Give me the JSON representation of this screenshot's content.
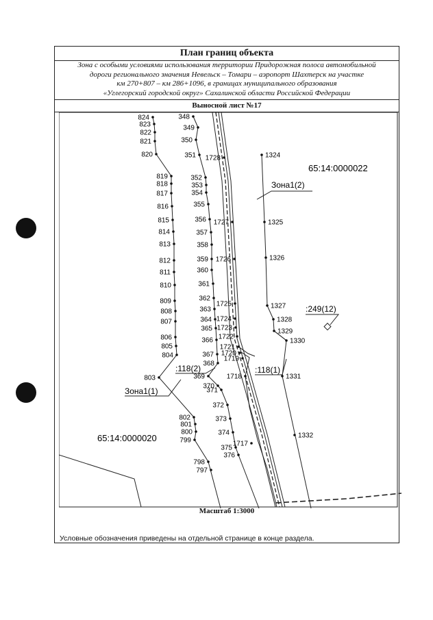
{
  "header": {
    "title": "План границ объекта",
    "subtitle_lines": [
      "Зона с особыми условиями использования территории Придорожная полоса автомобильной",
      "дороги регионального значения Невельск – Томари – аэропорт Шахтерск на участке",
      "км 270+807 – км 286+1096, в границах муниципального образования",
      "«Углегорский городской округ» Сахалинской области Российской Федерации"
    ],
    "sheet": "Выносной лист №17"
  },
  "map": {
    "left_points": [
      {
        "label": "824"
      },
      {
        "label": "823"
      },
      {
        "label": "822"
      },
      {
        "label": "821"
      },
      {
        "label": "820"
      },
      {
        "label": "819"
      },
      {
        "label": "818"
      },
      {
        "label": "817"
      },
      {
        "label": "816"
      },
      {
        "label": "815"
      },
      {
        "label": "814"
      },
      {
        "label": "813"
      },
      {
        "label": "812"
      },
      {
        "label": "811"
      },
      {
        "label": "810"
      },
      {
        "label": "809"
      },
      {
        "label": "808"
      },
      {
        "label": "807"
      },
      {
        "label": "806"
      },
      {
        "label": "805"
      },
      {
        "label": "804"
      },
      {
        "label": "803"
      },
      {
        "label": "802"
      },
      {
        "label": "801"
      },
      {
        "label": "800"
      },
      {
        "label": "799"
      },
      {
        "label": "798"
      },
      {
        "label": "797"
      }
    ],
    "inner_points": [
      {
        "label": "348"
      },
      {
        "label": "349"
      },
      {
        "label": "350"
      },
      {
        "label": "351"
      },
      {
        "label": "352"
      },
      {
        "label": "353"
      },
      {
        "label": "354"
      },
      {
        "label": "355"
      },
      {
        "label": "356"
      },
      {
        "label": "357"
      },
      {
        "label": "358"
      },
      {
        "label": "359"
      },
      {
        "label": "360"
      },
      {
        "label": "361"
      },
      {
        "label": "362"
      },
      {
        "label": "363"
      },
      {
        "label": "364"
      },
      {
        "label": "365"
      },
      {
        "label": "366"
      },
      {
        "label": "367"
      },
      {
        "label": "368"
      },
      {
        "label": "369"
      },
      {
        "label": "370"
      },
      {
        "label": "371"
      },
      {
        "label": "372"
      },
      {
        "label": "373"
      },
      {
        "label": "374"
      },
      {
        "label": "375"
      },
      {
        "label": "376"
      }
    ],
    "road_points": [
      {
        "label": "1728"
      },
      {
        "label": "1727"
      },
      {
        "label": "1726"
      },
      {
        "label": "1725"
      },
      {
        "label": "1724"
      },
      {
        "label": "1723"
      },
      {
        "label": "1722"
      },
      {
        "label": "1721"
      },
      {
        "label": "1720"
      },
      {
        "label": "1719"
      },
      {
        "label": "1718"
      },
      {
        "label": "1717"
      }
    ],
    "right_points": [
      {
        "label": "1324"
      },
      {
        "label": "1325"
      },
      {
        "label": "1326"
      },
      {
        "label": "1327"
      },
      {
        "label": "1328"
      },
      {
        "label": "1329"
      },
      {
        "label": "1330"
      },
      {
        "label": "1331"
      },
      {
        "label": "1332"
      }
    ],
    "labels": {
      "parcel_right": "65:14:0000022",
      "parcel_left": "65:14:0000020",
      "zone_right": "Зона1(2)",
      "zone_left": "Зона1(1)",
      "p118_2": ":118(2)",
      "p118_1": ":118(1)",
      "p249": ":249(12)"
    }
  },
  "footer": {
    "scale": "Масштаб 1:3000",
    "legend": "Условные обозначения приведены на отдельной странице в конце раздела."
  }
}
